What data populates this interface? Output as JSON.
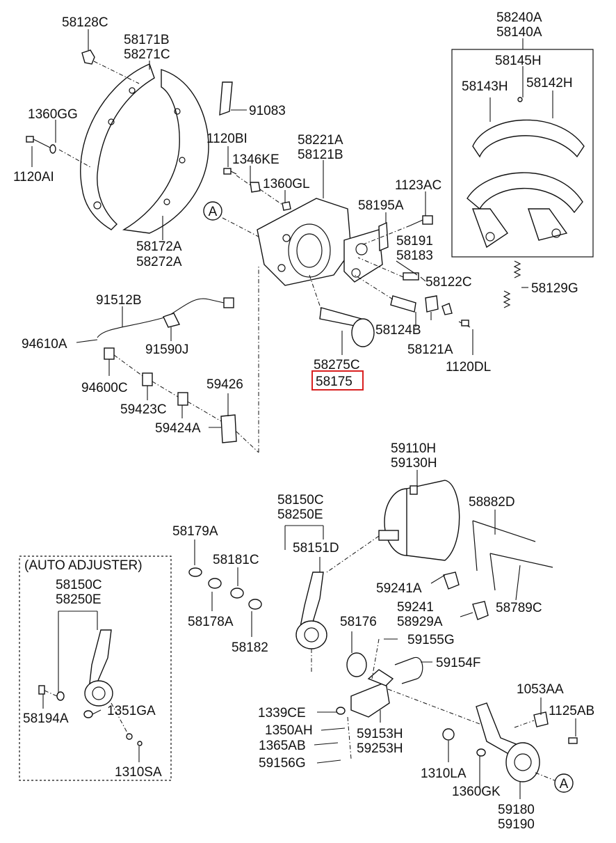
{
  "labels": {
    "l58128C": "58128C",
    "l58171B": "58171B",
    "l58271C": "58271C",
    "l1360GG": "1360GG",
    "l1120AI": "1120AI",
    "l58172A": "58172A",
    "l58272A": "58272A",
    "l91083": "91083",
    "l1120BI": "1120BI",
    "l1346KE": "1346KE",
    "l1360GL": "1360GL",
    "l58221A": "58221A",
    "l58121B": "58121B",
    "l1123AC": "1123AC",
    "l58195A": "58195A",
    "l58191": "58191",
    "l58183": "58183",
    "l58122C": "58122C",
    "l58124B": "58124B",
    "l58121A": "58121A",
    "l1120DL": "1120DL",
    "l58275C": "58275C",
    "l58175": "58175",
    "l58240A": "58240A",
    "l58140A": "58140A",
    "l58145H": "58145H",
    "l58143H": "58143H",
    "l58142H": "58142H",
    "l58129G": "58129G",
    "l91512B": "91512B",
    "l94610A": "94610A",
    "l91590J": "91590J",
    "l94600C": "94600C",
    "l59423C": "59423C",
    "l59426": "59426",
    "l59424A": "59424A",
    "l59110H": "59110H",
    "l59130H": "59130H",
    "l58150C": "58150C",
    "l58250E": "58250E",
    "l58151D": "58151D",
    "l58882D": "58882D",
    "l58179A": "58179A",
    "l58181C": "58181C",
    "l58178A": "58178A",
    "l58182": "58182",
    "l59241A": "59241A",
    "l59241": "59241",
    "l58929A": "58929A",
    "l58789C": "58789C",
    "l58176": "58176",
    "l59155G": "59155G",
    "l59154F": "59154F",
    "lAuto": "(AUTO ADJUSTER)",
    "l58150C2": "58150C",
    "l58250E2": "58250E",
    "l58194A": "58194A",
    "l1351GA": "1351GA",
    "l1310SA": "1310SA",
    "l1339CE": "1339CE",
    "l1350AH": "1350AH",
    "l1365AB": "1365AB",
    "l59156G": "59156G",
    "l59153H": "59153H",
    "l59253H": "59253H",
    "l1053AA": "1053AA",
    "l1125AB": "1125AB",
    "l1310LA": "1310LA",
    "l1360GK": "1360GK",
    "l59180": "59180",
    "l59190": "59190",
    "refA1": "A",
    "refA2": "A"
  },
  "highlight_part": "58175",
  "colors": {
    "line": "#111111",
    "highlight": "#d92020",
    "background": "#ffffff"
  }
}
